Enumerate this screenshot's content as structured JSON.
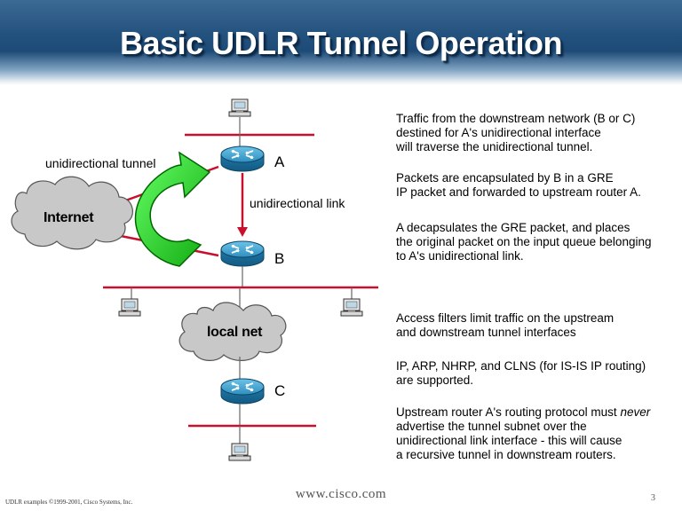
{
  "slide": {
    "title": "Basic UDLR Tunnel Operation",
    "footer_left": "UDLR examples ©1999-2001, Cisco Systems, Inc.",
    "footer_url": "www.cisco.com",
    "page_number": "3"
  },
  "diagram": {
    "routers": [
      {
        "label": "A"
      },
      {
        "label": "B"
      },
      {
        "label": "C"
      }
    ],
    "clouds": [
      {
        "label": "Internet"
      },
      {
        "label": "local net"
      }
    ],
    "tunnel_label": "unidirectional tunnel",
    "link_label": "unidirectional link",
    "colors": {
      "router": "#2f8fbf",
      "cloud": "#c8c8c8",
      "lan_line": "#c8102e",
      "tunnel_arrow": "#22cc22"
    }
  },
  "text_blocks": [
    [
      "Traffic from the downstream network (B or C)",
      "destined for A's unidirectional interface",
      "will traverse the unidirectional tunnel."
    ],
    [
      "Packets are encapsulated by B in a GRE",
      "IP packet and forwarded to upstream router A."
    ],
    [
      "A decapsulates the GRE packet, and places",
      "the original packet on the input queue belonging",
      "to A's unidirectional link."
    ],
    [
      "Access filters limit traffic on the upstream",
      "and downstream tunnel interfaces"
    ],
    [
      "IP, ARP, NHRP, and CLNS (for IS-IS IP routing)",
      "are supported."
    ],
    [
      "Upstream router A's routing protocol must ",
      "advertise the tunnel subnet over the",
      "unidirectional link interface - this will cause",
      "a recursive tunnel in downstream routers."
    ]
  ],
  "emphasis_word": "never"
}
